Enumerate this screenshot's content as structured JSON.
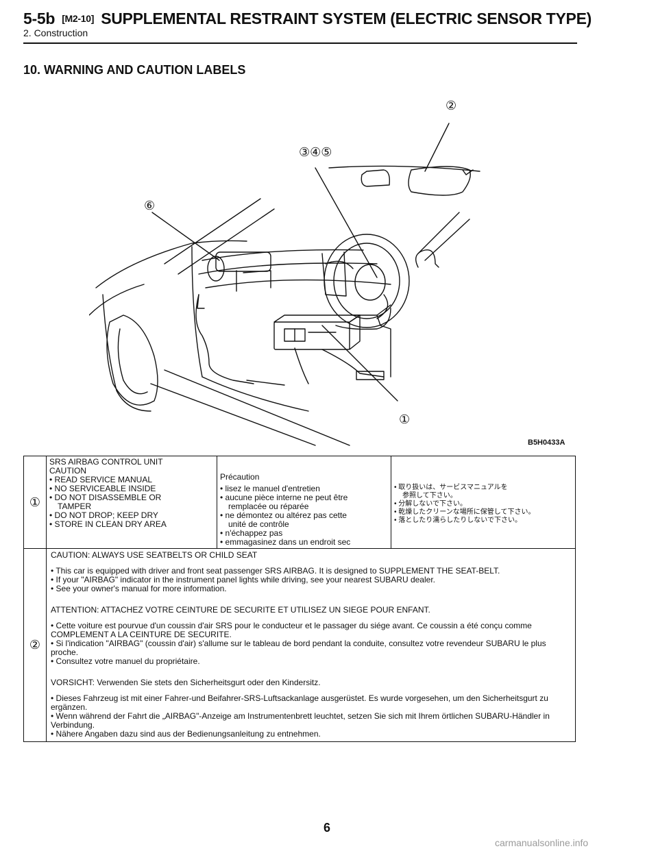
{
  "header": {
    "section": "5-5b",
    "code": "[M2-10]",
    "title": "SUPPLEMENTAL RESTRAINT SYSTEM (ELECTRIC SENSOR TYPE)",
    "subtitle": "2. Construction"
  },
  "section_title": "10. WARNING AND CAUTION LABELS",
  "figure": {
    "callouts": [
      "②",
      "③④⑤",
      "⑥",
      "①"
    ],
    "code": "B5H0433A"
  },
  "table": {
    "row1": {
      "number": "①",
      "english": [
        "SRS AIRBAG CONTROL UNIT",
        "CAUTION",
        "• READ SERVICE MANUAL",
        "• NO SERVICEABLE INSIDE",
        "• DO NOT DISASSEMBLE OR",
        "TAMPER",
        "• DO NOT DROP; KEEP DRY",
        "• STORE IN CLEAN DRY AREA"
      ],
      "french": [
        "Précaution",
        "• lisez le manuel d'entretien",
        "• aucune pièce interne ne peut être",
        "remplacée ou réparée",
        "• ne démontez ou altérez pas cette",
        "unité de contrôle",
        "• n'échappez pas",
        "• emmagasinez dans un endroit sec"
      ],
      "japanese": [
        "• 取り扱いは、サービスマニュアルを",
        "参照して下さい。",
        "• 分解しないで下さい。",
        "• 乾燥したクリーンな場所に保管して下さい。",
        "• 落としたり濡らしたりしないで下さい。"
      ]
    },
    "row2": {
      "number": "②",
      "en_heading": "CAUTION: ALWAYS USE SEATBELTS OR CHILD SEAT",
      "en_items": [
        "• This car is equipped with driver and front seat passenger SRS AIRBAG. It is designed to SUPPLEMENT THE SEAT-BELT.",
        "• If your \"AIRBAG\" indicator in the instrument panel lights while driving, see your nearest SUBARU dealer.",
        "• See your owner's manual for more information."
      ],
      "fr_heading": "ATTENTION: ATTACHEZ VOTRE CEINTURE DE SECURITE ET UTILISEZ UN SIEGE POUR ENFANT.",
      "fr_items": [
        "• Cette voiture est pourvue d'un coussin d'air SRS pour le conducteur et le passager du siége avant. Ce coussin a été conçu comme COMPLEMENT A LA CEINTURE DE SECURITE.",
        "• Si l'indication \"AIRBAG\" (coussin d'air) s'allume sur le tableau de bord pendant la conduite, consultez votre revendeur SUBARU le plus proche.",
        "• Consultez votre manuel du propriétaire."
      ],
      "de_heading": "VORSICHT: Verwenden Sie stets den Sicherheitsgurt oder den Kindersitz.",
      "de_items": [
        "• Dieses Fahrzeug ist mit einer Fahrer-und Beifahrer-SRS-Luftsackanlage ausgerüstet. Es wurde vorgesehen, um den Sicherheitsgurt zu ergänzen.",
        "• Wenn während der Fahrt die „AIRBAG\"-Anzeige am Instrumentenbrett leuchtet, setzen Sie sich mit Ihrem örtlichen SUBARU-Händler in Verbindung.",
        "• Nähere Angaben dazu sind aus der Bedienungsanleitung zu entnehmen."
      ]
    }
  },
  "page_number": "6",
  "watermark": "carmanualsonline.info"
}
